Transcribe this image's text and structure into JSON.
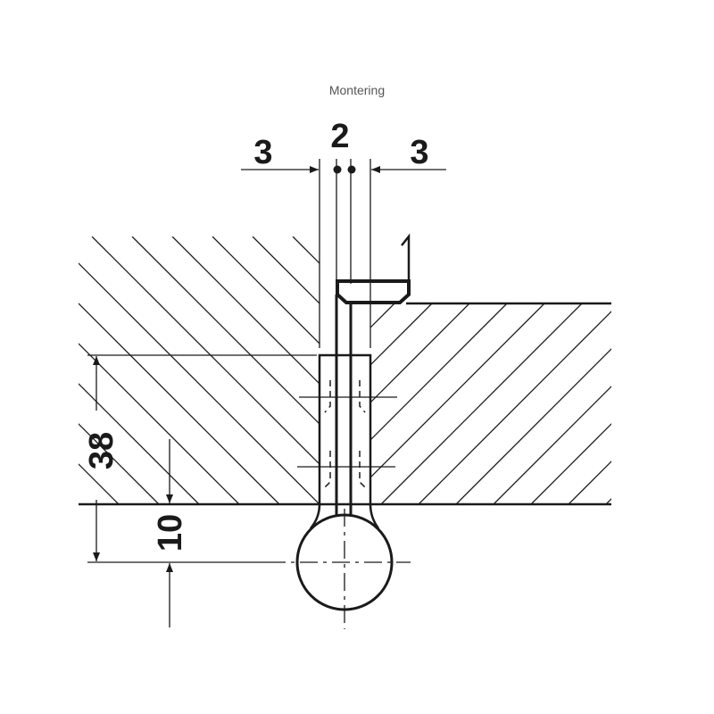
{
  "title": "Montering",
  "dimensions": {
    "left_gap": "3",
    "pin_width": "2",
    "right_gap": "3",
    "depth": "38",
    "offset": "10"
  },
  "colors": {
    "line": "#1a1a1a",
    "caption": "#555555"
  }
}
